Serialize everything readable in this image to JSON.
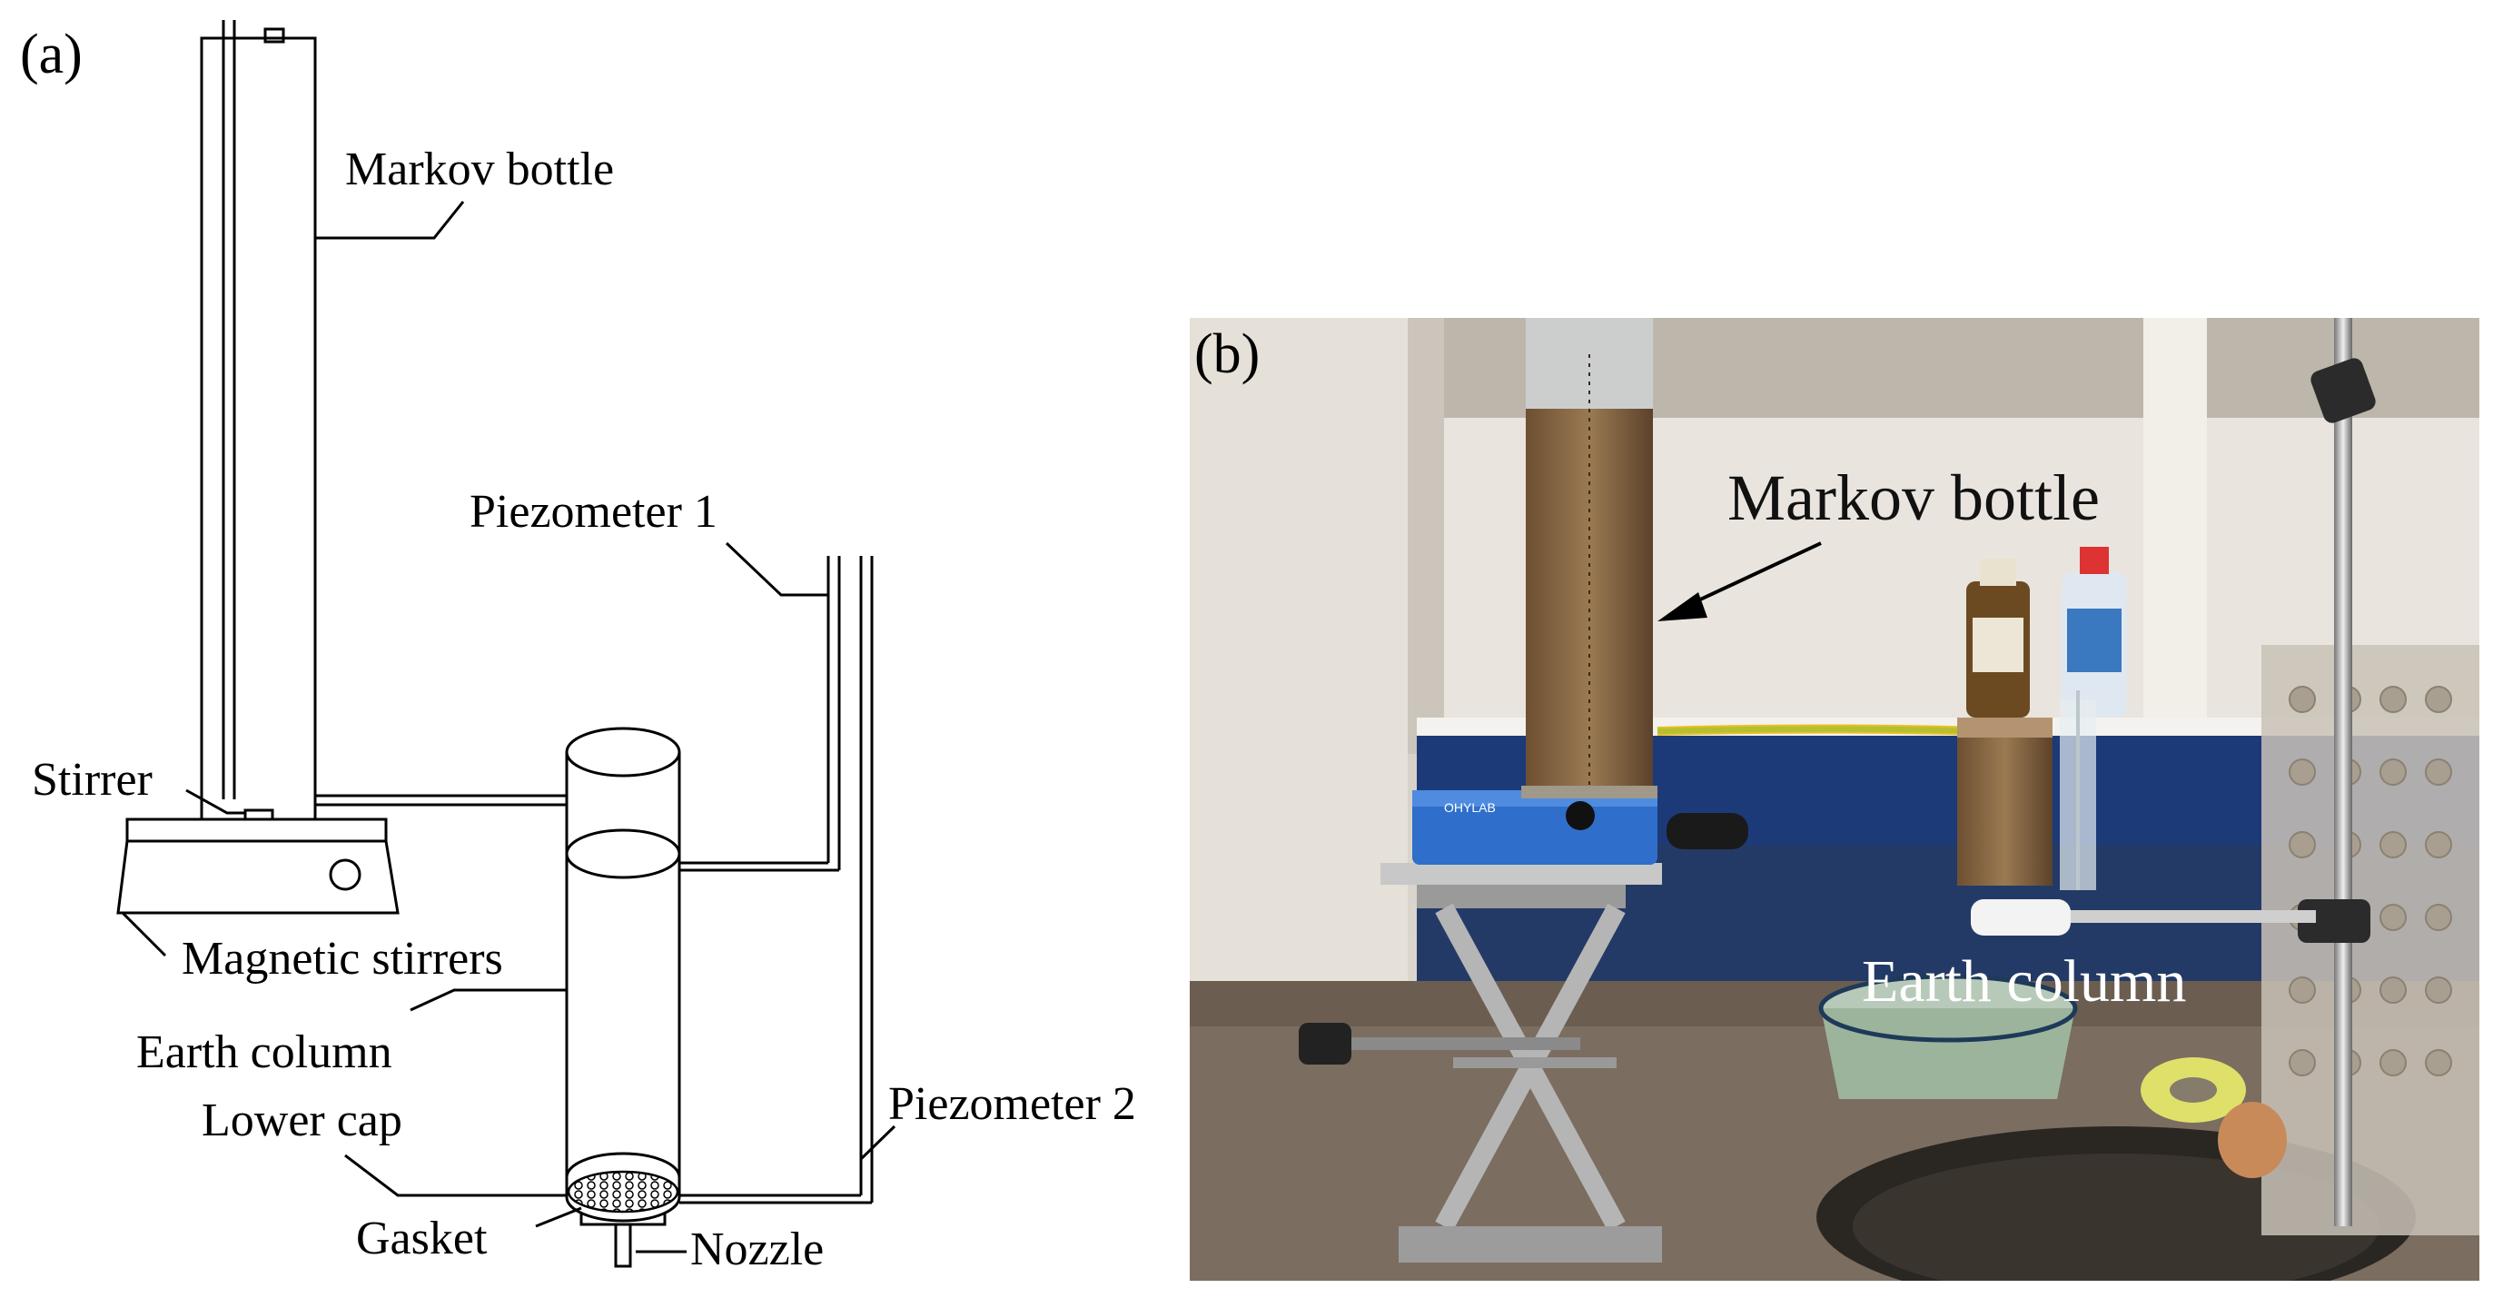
{
  "panel_a": {
    "label": "(a)",
    "labels": {
      "markov_bottle": "Markov bottle",
      "piezometer_1": "Piezometer 1",
      "stirrer": "Stirrer",
      "magnetic_stirrers": "Magnetic stirrers",
      "earth_column": "Earth column",
      "lower_cap": "Lower cap",
      "piezometer_2": "Piezometer 2",
      "gasket": "Gasket",
      "nozzle": "Nozzle"
    }
  },
  "panel_b": {
    "label": "(b)",
    "labels": {
      "markov_bottle": "Markov bottle",
      "earth_column": "Earth column"
    },
    "stirrer_brand": "OHYLAB"
  },
  "colors": {
    "soil": "#8a6a45",
    "wall": "#d9d4cc",
    "cabinet_blue": "#1d3a78",
    "stirrer_blue": "#2f6fcb",
    "yellow_tube": "#e8c020",
    "floor": "#6b5e50"
  }
}
